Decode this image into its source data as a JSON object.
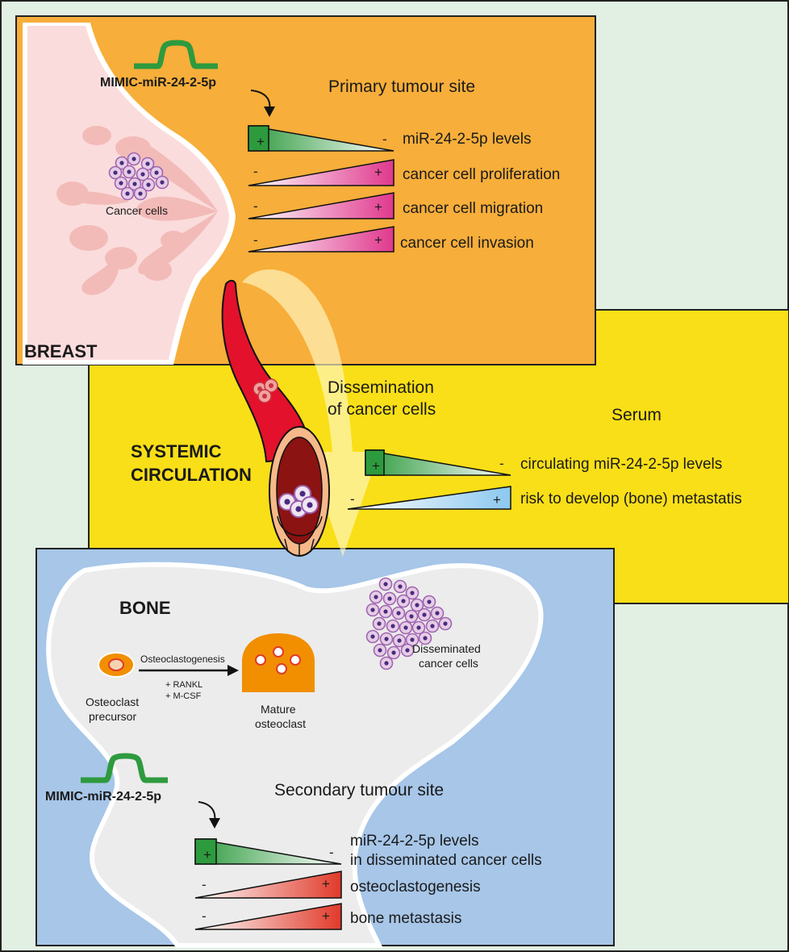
{
  "breast_panel": {
    "label": "BREAST",
    "mimic_label": "MIMIC-miR-24-2-5p",
    "site_title": "Primary tumour site",
    "cancer_cells_label": "Cancer cells",
    "effects": [
      {
        "left_sign": "+",
        "right_sign": "-",
        "label": "miR-24-2-5p levels"
      },
      {
        "left_sign": "-",
        "right_sign": "+",
        "label": "cancer cell proliferation"
      },
      {
        "left_sign": "-",
        "right_sign": "+",
        "label": "cancer cell migration"
      },
      {
        "left_sign": "-",
        "right_sign": "+",
        "label": "cancer cell invasion"
      }
    ]
  },
  "circulation_panel": {
    "label_line1": "SYSTEMIC",
    "label_line2": "CIRCULATION",
    "dissemination_line1": "Dissemination",
    "dissemination_line2": "of cancer cells",
    "serum_title": "Serum",
    "effects": [
      {
        "left_sign": "+",
        "right_sign": "-",
        "label": "circulating miR-24-2-5p levels"
      },
      {
        "left_sign": "-",
        "right_sign": "+",
        "label": "risk to develop (bone) metastatis"
      }
    ]
  },
  "bone_panel": {
    "label": "BONE",
    "process_label": "Osteoclastogenesis",
    "factor1": "+ RANKL",
    "factor2": "+ M-CSF",
    "precursor_line1": "Osteoclast",
    "precursor_line2": "precursor",
    "mature_line1": "Mature",
    "mature_line2": "osteoclast",
    "disseminated_line1": "Disseminated",
    "disseminated_line2": "cancer cells",
    "mimic_label": "MIMIC-miR-24-2-5p",
    "site_title": "Secondary tumour site",
    "effects": [
      {
        "left_sign": "+",
        "right_sign": "-",
        "label_line1": "miR-24-2-5p levels",
        "label_line2": "in disseminated cancer cells"
      },
      {
        "left_sign": "-",
        "right_sign": "+",
        "label_line1": "osteoclastogenesis"
      },
      {
        "left_sign": "-",
        "right_sign": "+",
        "label_line1": "bone metastasis"
      }
    ]
  },
  "colors": {
    "outer_bg": "#e2f0e3",
    "breast_bg": "#f7ae3a",
    "serum_bg": "#f9df17",
    "bone_bg": "#a7c6e8",
    "bone_shape": "#ececec",
    "vessel": "#e3112c",
    "mimic_green": "#2e9a3e",
    "pink": "#e0388d",
    "red": "#e03a2a",
    "light_blue": "#8cc8ef",
    "osteoclast": "#f18f00"
  }
}
